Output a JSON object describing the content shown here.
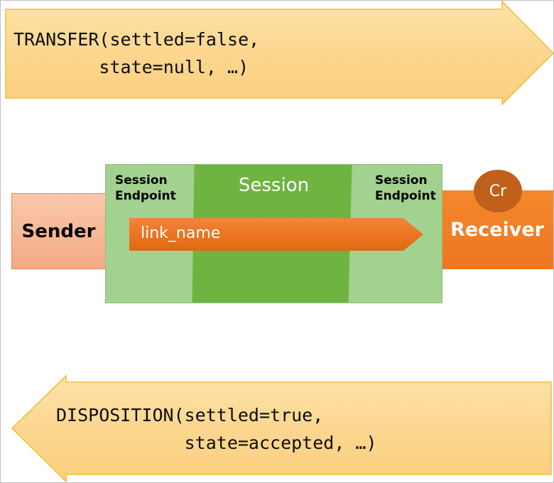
{
  "diagram": {
    "title": "AMQP transfer and disposition over a session link",
    "colors": {
      "arrow_fill_light": "#FDE0A3",
      "arrow_fill_dark": "#FBCF7D",
      "arrow_stroke": "#F0C13A",
      "session_outer_green": "#A3D18F",
      "session_inner_green": "#6FB441",
      "sender_fill": "#F7C0A0",
      "sender_stroke": "#E8845A",
      "receiver_fill": "#F07D28",
      "link_arrow_fill": "#E8701A",
      "link_arrow_highlight": "#F2843A",
      "cr_badge_fill": "#C0601A",
      "canvas_border": "#BFBFBF"
    }
  },
  "top_arrow": {
    "direction": "right",
    "line1": "TRANSFER(settled=false,",
    "line2": "        state=null, …)"
  },
  "bottom_arrow": {
    "direction": "left",
    "line1": "DISPOSITION(settled=true,",
    "line2": "            state=accepted, …)"
  },
  "sender": {
    "label": "Sender"
  },
  "receiver": {
    "label": "Receiver",
    "badge": "Cr"
  },
  "session": {
    "center_label": "Session",
    "endpoint_left": "Session\nEndpoint",
    "endpoint_right": "Session\nEndpoint"
  },
  "link": {
    "label": "link_name",
    "direction": "right"
  }
}
